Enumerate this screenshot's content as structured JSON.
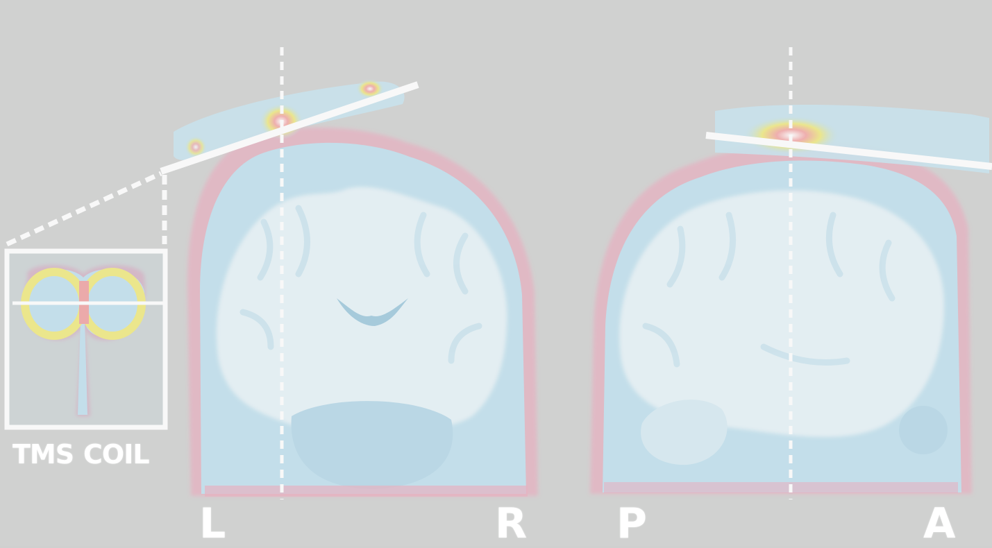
{
  "caption": {
    "tms": "TMS",
    "coil": "COIL"
  },
  "orientation": {
    "left": "L",
    "right": "R",
    "posterior": "P",
    "anterior": "A"
  },
  "colors": {
    "background": "#cfd0cf",
    "tissue": "#bfe0ee",
    "white_matter": "#e6f3f8",
    "scalp_red": "#e79fb4",
    "field_yellow": "#eef07a",
    "field_red": "#f0a0a0",
    "overlay_white": "#ffffff"
  }
}
